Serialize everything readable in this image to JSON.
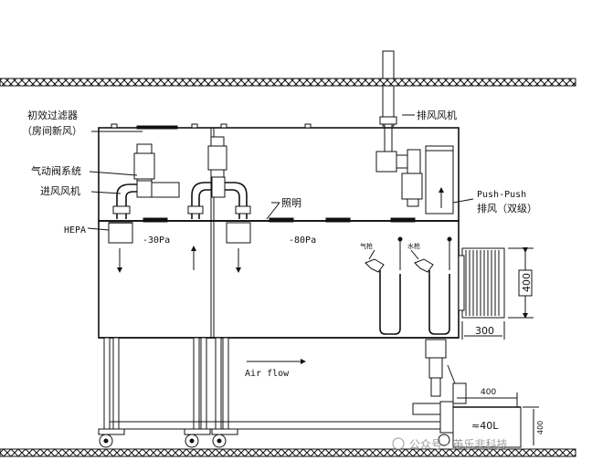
{
  "labels": {
    "filter_line1": "初效过滤器",
    "filter_line2": "（房间新风）",
    "pneumatic_valve": "气动阀系统",
    "intake_fan": "进风风机",
    "hepa": "HEPA",
    "exhaust_fan": "排风风机",
    "lighting": "照明",
    "push_push_line1": "Push-Push",
    "push_push_line2": "排风（双级）",
    "pressure_left": "-30Pa",
    "pressure_right": "-80Pa",
    "air_gun": "气枪",
    "water_gun": "水枪",
    "air_flow": "Air flow",
    "dim_400_vertical": "400",
    "dim_300": "300",
    "dim_400_horizontal": "400",
    "volume_40l": "≈40L",
    "dim_400_tank": "400"
  },
  "watermark": {
    "text": "公众号 · 英乐非科技"
  }
}
